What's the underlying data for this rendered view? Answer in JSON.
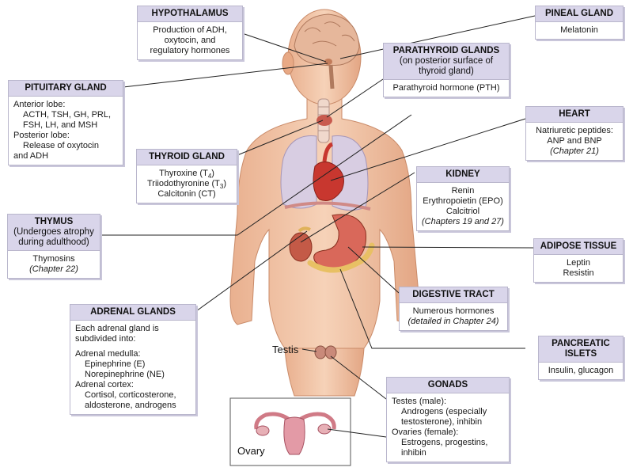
{
  "hypothalamus": {
    "title": "HYPOTHALAMUS",
    "lines": [
      "Production of ADH,",
      "oxytocin, and",
      "regulatory hormones"
    ]
  },
  "pineal": {
    "title": "PINEAL GLAND",
    "lines": [
      "Melatonin"
    ]
  },
  "pituitary": {
    "title": "PITUITARY GLAND",
    "anterior_label": "Anterior lobe:",
    "anterior_items": [
      "ACTH, TSH, GH, PRL,",
      "FSH, LH, and MSH"
    ],
    "posterior_label": "Posterior lobe:",
    "posterior_items": [
      "Release of oxytocin",
      "and ADH"
    ]
  },
  "parathyroid": {
    "title": "PARATHYROID GLANDS",
    "note": [
      "(on posterior surface of",
      "thyroid gland)"
    ],
    "lines": [
      "Parathyroid hormone (PTH)"
    ]
  },
  "heart": {
    "title": "HEART",
    "lines": [
      "Natriuretic peptides:",
      "ANP and BNP"
    ],
    "ref": "(Chapter 21)"
  },
  "thyroid": {
    "title": "THYROID GLAND",
    "t4_base": "Thyroxine (T",
    "t4_sub": "4",
    "t3_base": "Triiodothyronine (T",
    "t3_sub": "3",
    "close": ")",
    "ct": "Calcitonin (CT)"
  },
  "kidney": {
    "title": "KIDNEY",
    "lines": [
      "Renin",
      "Erythropoietin (EPO)",
      "Calcitriol"
    ],
    "ref": "(Chapters 19 and 27)"
  },
  "thymus": {
    "title": "THYMUS",
    "note": [
      "(Undergoes atrophy",
      "during adulthood)"
    ],
    "lines": [
      "Thymosins"
    ],
    "ref": "(Chapter 22)"
  },
  "adipose": {
    "title": "ADIPOSE TISSUE",
    "lines": [
      "Leptin",
      "Resistin"
    ]
  },
  "digestive": {
    "title": "DIGESTIVE TRACT",
    "lines": [
      "Numerous hormones"
    ],
    "ref": "(detailed in Chapter 24)"
  },
  "adrenal": {
    "title": "ADRENAL GLANDS",
    "intro": [
      "Each adrenal gland is",
      "subdivided into:"
    ],
    "medulla_label": "Adrenal medulla:",
    "medulla_items": [
      "Epinephrine (E)",
      "Norepinephrine (NE)"
    ],
    "cortex_label": "Adrenal cortex:",
    "cortex_items": [
      "Cortisol, corticosterone,",
      "aldosterone, androgens"
    ]
  },
  "pancreatic": {
    "title": "PANCREATIC ISLETS",
    "title_lines": [
      "PANCREATIC",
      "ISLETS"
    ],
    "lines": [
      "Insulin, glucagon"
    ]
  },
  "gonads": {
    "title": "GONADS",
    "testes_label": "Testes (male):",
    "testes_items": [
      "Androgens (especially",
      "testosterone), inhibin"
    ],
    "ovaries_label": "Ovaries (female):",
    "ovaries_items": [
      "Estrogens, progestins,",
      "inhibin"
    ]
  },
  "labels": {
    "testis": "Testis",
    "ovary": "Ovary"
  }
}
